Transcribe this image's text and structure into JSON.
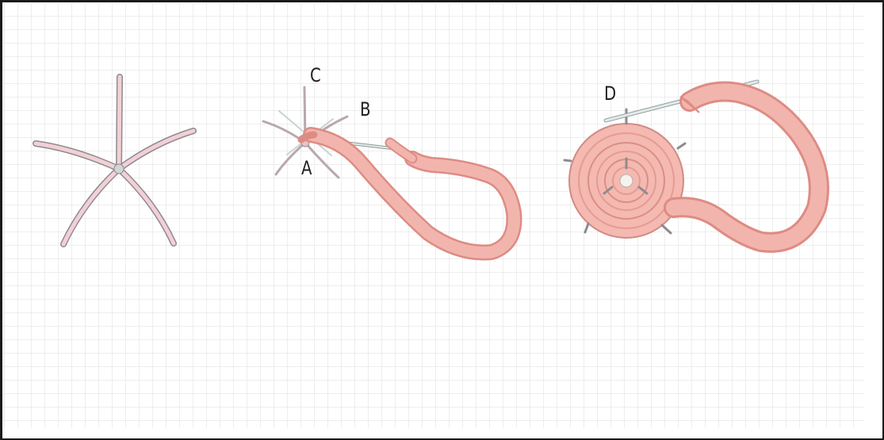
{
  "diagram": {
    "labels": {
      "a": "A",
      "b": "B",
      "c": "C",
      "d": "D"
    },
    "colors": {
      "ribbon": "#f2b5ad",
      "ribbon_shadow": "#dd8c84",
      "spoke": "#f1d0d6",
      "spoke_edge": "#8f8a8f",
      "needle": "#e3eaea",
      "grid_line": "#dcdcdc",
      "border": "#1a1a1a"
    },
    "stages": [
      {
        "name": "five-spoke-star"
      },
      {
        "name": "start-weaving"
      },
      {
        "name": "woven-rose"
      }
    ]
  }
}
